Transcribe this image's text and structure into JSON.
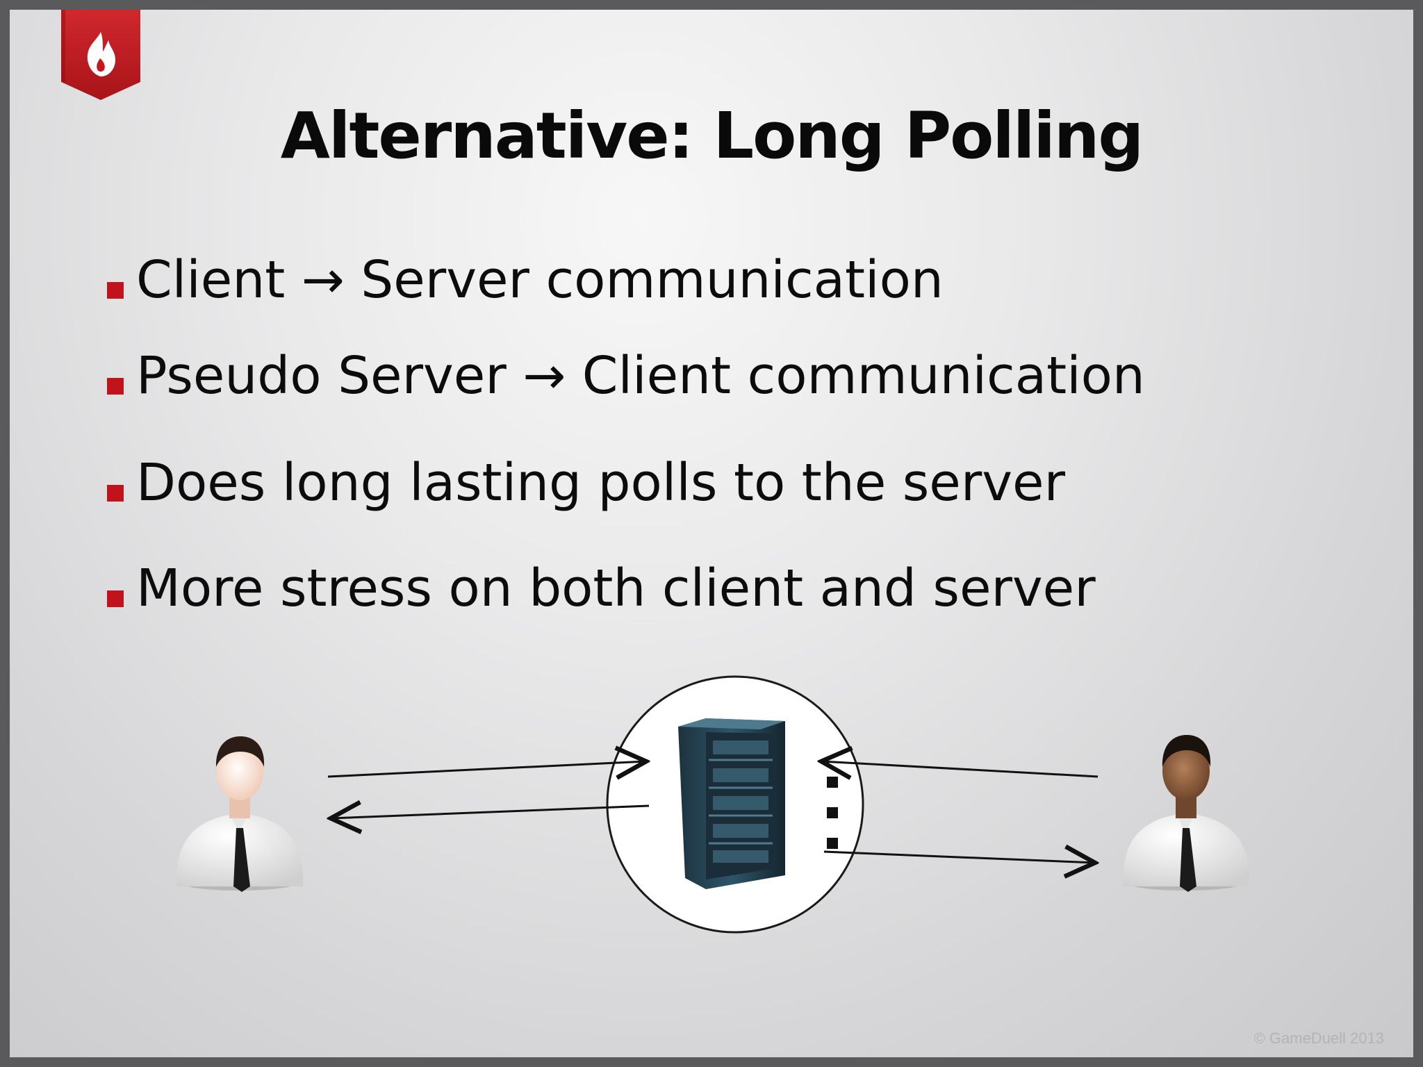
{
  "slide": {
    "title": "Alternative: Long Polling",
    "bullets": [
      "Client → Server communication",
      "Pseudo Server → Client communication",
      "Does long lasting polls to the server",
      "More stress on both client and server"
    ],
    "copyright": "© GameDuell 2013"
  },
  "icons": {
    "logo": "flame-badge-icon",
    "client_left": "businessman-light-skin-icon",
    "client_right": "businessman-dark-skin-icon",
    "server": "server-rack-icon"
  },
  "colors": {
    "accent_red": "#c0131b",
    "text": "#0c0c0c"
  }
}
